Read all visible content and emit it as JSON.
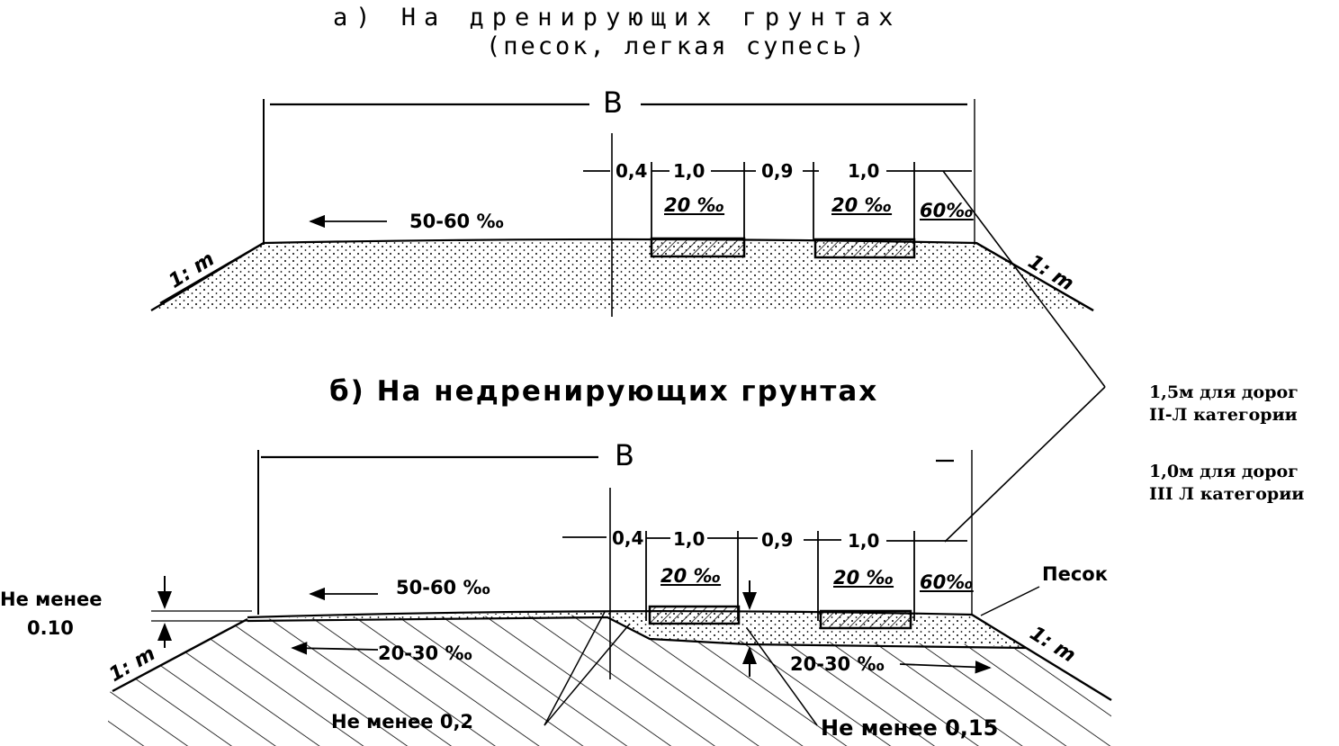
{
  "section_a": {
    "title_line1": "а) На дренирующих грунтах",
    "title_line2": "(песок, легкая супесь)",
    "width_label": "В",
    "dim_04": "0,4",
    "dim_10_left": "1,0",
    "dim_09": "0,9",
    "dim_10_right": "1,0",
    "slope_left_strip": "20 ‰",
    "slope_right_strip": "20 ‰",
    "slope_edge": "60‰",
    "slope_roadway": "50-60 ‰",
    "embankment_left": "1: m",
    "embankment_right": "1: m"
  },
  "section_b": {
    "title": "б) На недренирующих грунтах",
    "width_label": "В",
    "dim_04": "0,4",
    "dim_10_left": "1,0",
    "dim_09": "0,9",
    "dim_10_right": "1,0",
    "slope_left_strip": "20 ‰",
    "slope_right_strip": "20 ‰",
    "slope_edge": "60‰",
    "slope_roadway": "50-60 ‰",
    "slope_base_left": "20-30 ‰",
    "slope_base_right": "20-30 ‰",
    "embankment_left": "1: m",
    "embankment_right": "1: m",
    "sand_label": "Песок",
    "min_010_line1": "Не менее",
    "min_010_line2": "0.10",
    "min_02": "Не менее 0,2",
    "min_015": "Не менее 0,15"
  },
  "side_notes": {
    "note1_line1": "1,5м для дорог",
    "note1_line2": "II-Л категории",
    "note2_line1": "1,0м для дорог",
    "note2_line2": "III Л категории"
  },
  "colors": {
    "ink": "#000000",
    "paper": "#ffffff"
  }
}
